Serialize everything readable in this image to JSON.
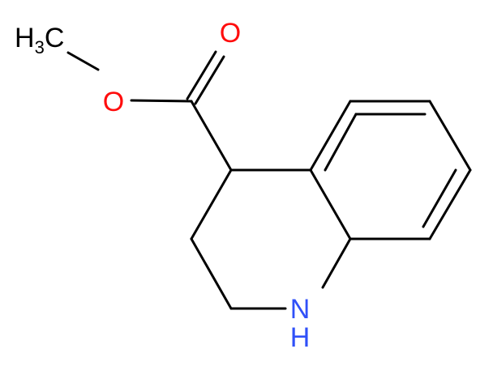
{
  "colors": {
    "bond": "#000000",
    "carbon_label": "#000000",
    "oxygen": "#ff0d0d",
    "nitrogen": "#3050f8",
    "background": "#ffffff"
  },
  "atoms": {
    "methyl": {
      "main": "H",
      "sub": "3",
      "tail": "C"
    },
    "ester_oxygen": "O",
    "carbonyl_oxygen": "O",
    "ring_nitrogen": "N",
    "nitrogen_hydrogen": "H"
  }
}
